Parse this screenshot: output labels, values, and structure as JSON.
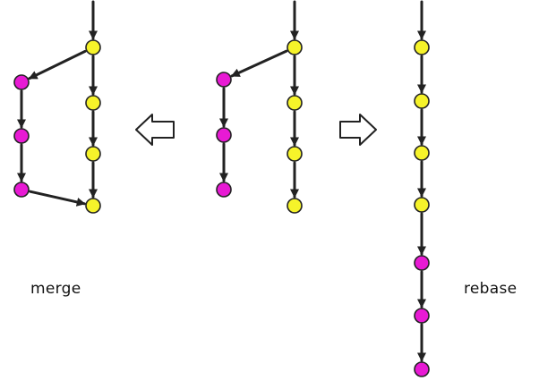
{
  "colors": {
    "main_commit": "#f6f32a",
    "branch_commit": "#e81ad4",
    "stroke": "#222222",
    "background": "#ffffff"
  },
  "labels": {
    "merge": "merge",
    "rebase": "rebase"
  },
  "panels": [
    {
      "name": "merge-result",
      "main_commits": 4,
      "branch_commits": 3,
      "merge_arrow": true
    },
    {
      "name": "original-history",
      "main_commits": 4,
      "branch_commits": 3
    },
    {
      "name": "rebase-result",
      "main_commits": 4,
      "rebased_commits": 3
    }
  ],
  "icons": {
    "left_arrow": "hollow-arrow-left-icon",
    "right_arrow": "hollow-arrow-right-icon"
  }
}
